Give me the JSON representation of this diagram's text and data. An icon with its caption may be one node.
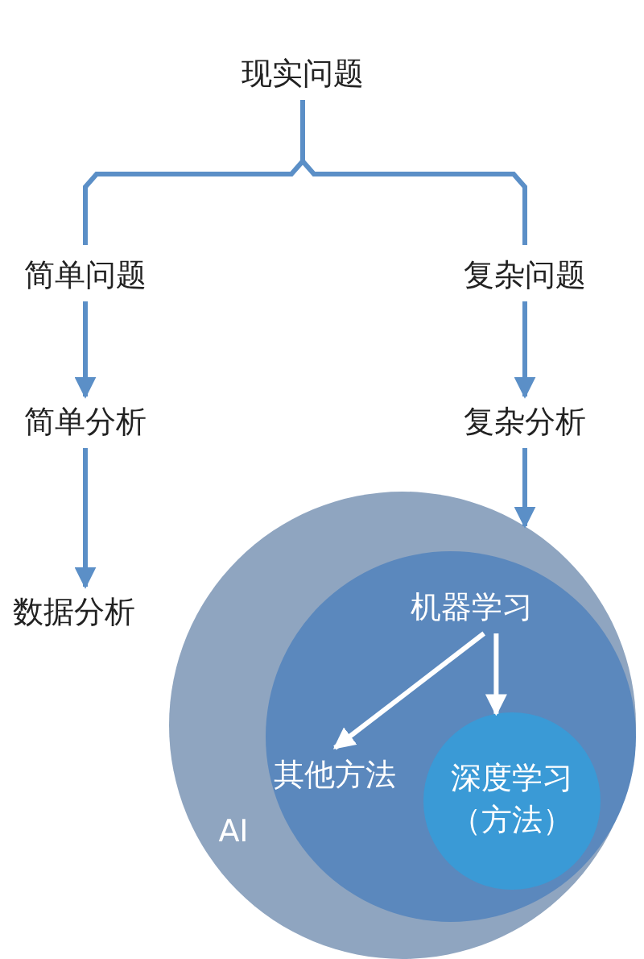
{
  "diagram": {
    "nodes": [
      {
        "text": [
          "现实问题"
        ]
      },
      {
        "text": [
          "简单问题"
        ]
      },
      {
        "text": [
          "复杂问题"
        ]
      },
      {
        "text": [
          "简单分析"
        ]
      },
      {
        "text": [
          "复杂分析"
        ]
      },
      {
        "text": [
          "数据分析"
        ]
      },
      {
        "text": [
          "AI"
        ]
      },
      {
        "text": [],
        "shape": "circle",
        "in": 6
      },
      {
        "text": [
          "机器学习"
        ],
        "in": 7
      },
      {
        "text": [
          "其他方法"
        ],
        "in": 7
      },
      {
        "text": [
          "深度学习（方法）"
        ],
        "in": 7
      }
    ],
    "edges": [
      {
        "from": 0,
        "to": 1,
        "arrow": "none"
      },
      {
        "from": 0,
        "to": 2,
        "arrow": "none"
      },
      {
        "from": 1,
        "to": 3,
        "arrow": "to"
      },
      {
        "from": 2,
        "to": 4,
        "arrow": "to"
      },
      {
        "from": 3,
        "to": 5,
        "arrow": "to"
      },
      {
        "from": 4,
        "to": 6,
        "arrow": "to"
      },
      {
        "from": 8,
        "to": 9,
        "arrow": "to",
        "color": "#ffffff"
      },
      {
        "from": 8,
        "to": 10,
        "arrow": "to",
        "color": "#ffffff"
      }
    ]
  }
}
